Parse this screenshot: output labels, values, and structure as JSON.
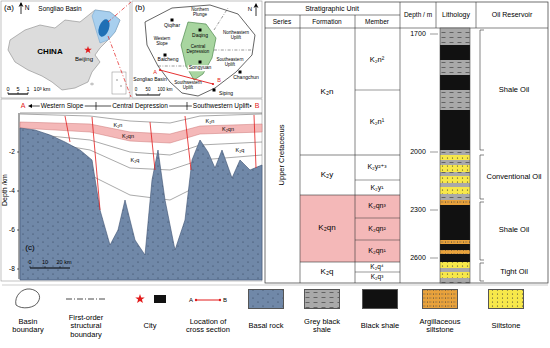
{
  "diagram": {
    "labels": [
      "(a)",
      "N",
      "Songliao Basin",
      "CHINA",
      "Beijing",
      "0",
      "5",
      "1",
      "10³ km",
      "(b)",
      "N",
      "Songliao Basin",
      "Western Slope",
      "Central Depression",
      "Northern Plunge",
      "Northeastern Uplift",
      "Southeastern Uplift",
      "Southwestern Uplift",
      "Qiqihar",
      "Daqing",
      "Baicheng",
      "Songyuan",
      "Changchun",
      "Siping",
      "A",
      "B",
      "0",
      "50",
      "100 km",
      "(c)",
      "A",
      "B",
      "Western Slope",
      "Central Depression",
      "Southwestern Uplift",
      "Depth /km",
      "-2",
      "-4",
      "-6",
      "-8",
      "K₂n",
      "K₂qn",
      "K₂q",
      "K₂n",
      "K₂qn",
      "K₂q",
      "0",
      "10",
      "20 km",
      "Stratigraphic Unit",
      "Series",
      "Formation",
      "Member",
      "Depth / m",
      "Lithology",
      "Oil Reservoir",
      "Upper Cretaceous",
      "K₂n",
      "K₂n²",
      "K₂n¹",
      "K₂y",
      "K₂y²⁺³",
      "K₂y¹",
      "K₂qn",
      "K₂qn³",
      "K₂qn²",
      "K₂qn¹",
      "K₂q",
      "K₂q⁴",
      "K₂q³",
      "1700",
      "2000",
      "2300",
      "2600",
      "Shale Oil",
      "Conventional Oil",
      "Shale Oil",
      "Tight Oil",
      "A",
      "B"
    ],
    "legend": [
      {
        "text": "Basin boundary"
      },
      {
        "text": "First-order structural boundary"
      },
      {
        "text": "City"
      },
      {
        "text": "Location of cross section"
      },
      {
        "text": "Basal rock",
        "color": "#7088a8"
      },
      {
        "text": "Grey black shale",
        "color": "#a9a9a9"
      },
      {
        "text": "Black shale",
        "color": "#111111"
      },
      {
        "text": "Argillaceous siltstone",
        "color": "#e9a23b"
      },
      {
        "text": "Siltstone",
        "color": "#f7e84a"
      }
    ]
  }
}
